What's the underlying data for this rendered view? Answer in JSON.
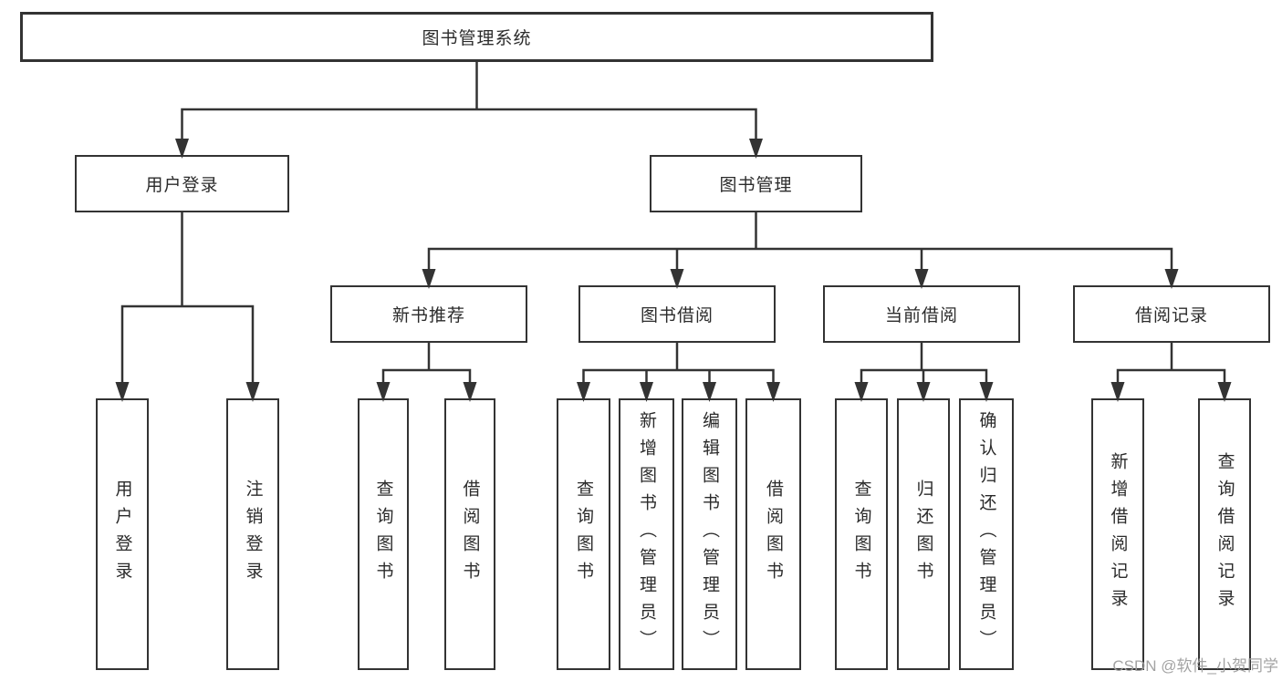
{
  "colors": {
    "line": "#333333",
    "box_border": "#333333",
    "text": "#2b2b2b",
    "watermark": "#9e9e9e",
    "background": "#ffffff"
  },
  "watermark": {
    "text": "CSDN @软件_小贺同学"
  },
  "tree": {
    "root": {
      "label": "图书管理系统",
      "children": [
        {
          "label": "用户登录",
          "children": [
            {
              "label": "用户登录"
            },
            {
              "label": "注销登录"
            }
          ]
        },
        {
          "label": "图书管理",
          "children": [
            {
              "label": "新书推荐",
              "children": [
                {
                  "label": "查询图书"
                },
                {
                  "label": "借阅图书"
                }
              ]
            },
            {
              "label": "图书借阅",
              "children": [
                {
                  "label": "查询图书"
                },
                {
                  "label": "新增图书（管理员）"
                },
                {
                  "label": "编辑图书（管理员）"
                },
                {
                  "label": "借阅图书"
                }
              ]
            },
            {
              "label": "当前借阅",
              "children": [
                {
                  "label": "查询图书"
                },
                {
                  "label": "归还图书"
                },
                {
                  "label": "确认归还（管理员）"
                }
              ]
            },
            {
              "label": "借阅记录",
              "children": [
                {
                  "label": "新增借阅记录"
                },
                {
                  "label": "查询借阅记录"
                }
              ]
            }
          ]
        }
      ]
    }
  }
}
